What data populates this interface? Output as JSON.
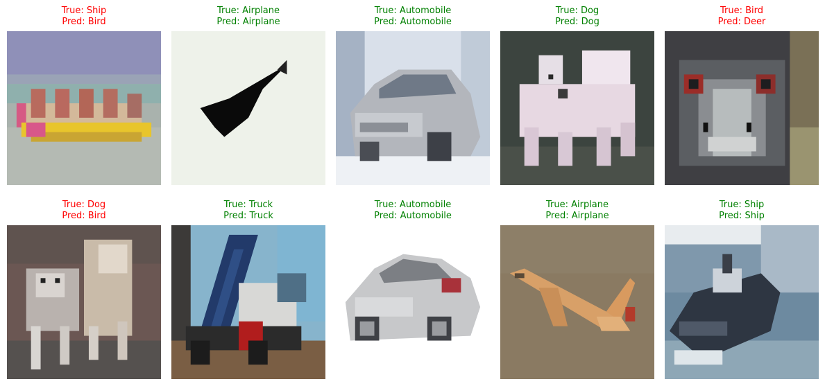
{
  "colors": {
    "correct": "#008000",
    "incorrect": "#ff0000"
  },
  "panels": [
    {
      "true_label": "True: Ship",
      "pred_label": "Pred: Bird",
      "correct": false,
      "image": "boat-on-water-image"
    },
    {
      "true_label": "True: Airplane",
      "pred_label": "Pred: Airplane",
      "correct": true,
      "image": "black-airplane-silhouette-image"
    },
    {
      "true_label": "True: Automobile",
      "pred_label": "Pred: Automobile",
      "correct": true,
      "image": "silver-car-image"
    },
    {
      "true_label": "True: Dog",
      "pred_label": "Pred: Dog",
      "correct": true,
      "image": "white-fluffy-dog-image"
    },
    {
      "true_label": "True: Bird",
      "pred_label": "Pred: Deer",
      "correct": false,
      "image": "emu-face-closeup-image"
    },
    {
      "true_label": "True: Dog",
      "pred_label": "Pred: Bird",
      "correct": false,
      "image": "two-dogs-image"
    },
    {
      "true_label": "True: Truck",
      "pred_label": "Pred: Truck",
      "correct": true,
      "image": "dump-truck-image"
    },
    {
      "true_label": "True: Automobile",
      "pred_label": "Pred: Automobile",
      "correct": true,
      "image": "silver-coupe-image"
    },
    {
      "true_label": "True: Airplane",
      "pred_label": "Pred: Airplane",
      "correct": true,
      "image": "orange-airplane-image"
    },
    {
      "true_label": "True: Ship",
      "pred_label": "Pred: Ship",
      "correct": true,
      "image": "ship-at-sea-image"
    }
  ]
}
